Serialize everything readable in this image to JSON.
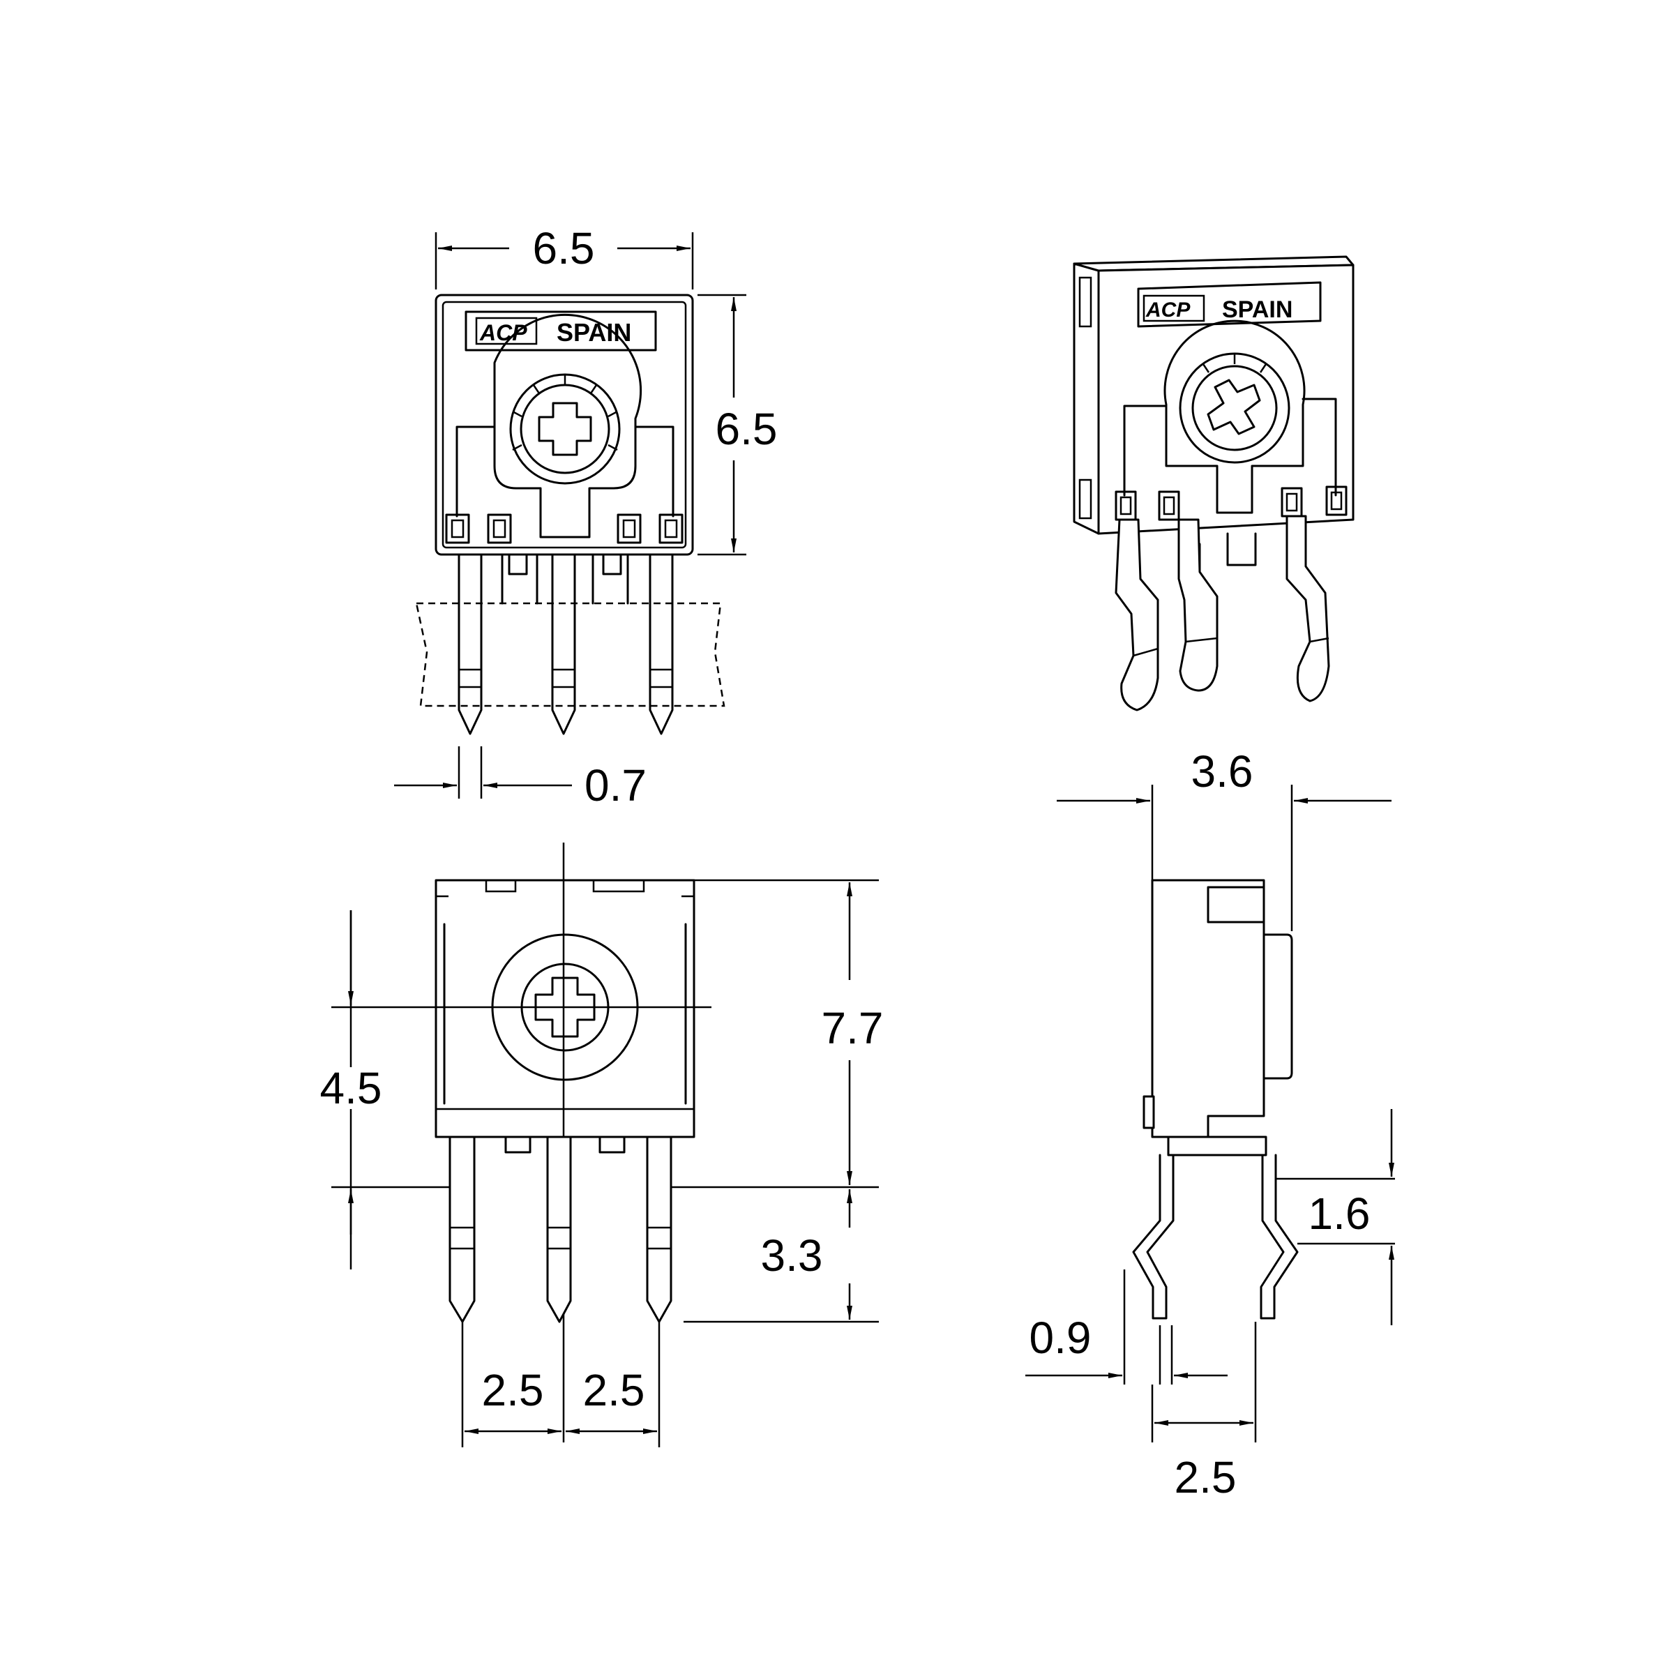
{
  "brand": {
    "logo_text": "ACP",
    "country": "SPAIN"
  },
  "dimensions": {
    "front_width": "6.5",
    "front_height": "6.5",
    "pin_width": "0.7",
    "body_height": "7.7",
    "axis_height": "4.5",
    "pin_length": "3.3",
    "pitch_left": "2.5",
    "pitch_right": "2.5",
    "side_depth": "3.6",
    "bend_height": "1.6",
    "pin_thickness": "0.9",
    "side_pitch": "2.5"
  },
  "colors": {
    "line": "#000000",
    "background": "#ffffff"
  }
}
